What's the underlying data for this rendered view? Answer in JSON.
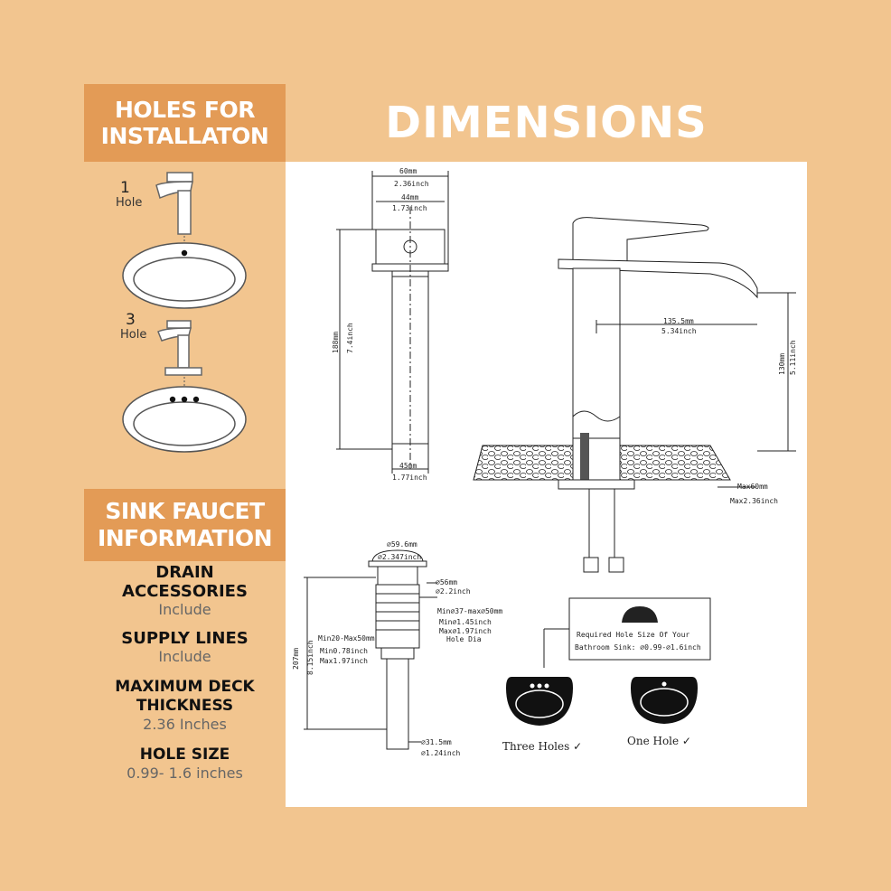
{
  "headers": {
    "holes_line1": "HOLES FOR",
    "holes_line2": "INSTALLATON",
    "dimensions": "DIMENSIONS",
    "info_line1": "SINK FAUCET",
    "info_line2": "INFORMATION"
  },
  "holes": [
    {
      "number": "1",
      "word": "Hole"
    },
    {
      "number": "3",
      "word": "Hole"
    }
  ],
  "info": [
    {
      "title_lines": [
        "DRAIN",
        "ACCESSORIES"
      ],
      "value": "Include"
    },
    {
      "title_lines": [
        "SUPPLY LINES"
      ],
      "value": "Include"
    },
    {
      "title_lines": [
        "MAXIMUM DECK",
        "THICKNESS"
      ],
      "value": "2.36 Inches"
    },
    {
      "title_lines": [
        "HOLE SIZE"
      ],
      "value": "0.99- 1.6 inches"
    }
  ],
  "faucet_dims": {
    "top_width_mm": "60mm",
    "top_width_in": "2.36inch",
    "handle_width_mm": "44mm",
    "handle_width_in": "1.73inch",
    "height_mm": "188mm",
    "height_in": "7.4inch",
    "base_width_mm": "45mm",
    "base_width_in": "1.77inch",
    "spout_reach_mm": "135.5mm",
    "spout_reach_in": "5.34inch",
    "spout_height_mm": "130mm",
    "spout_height_in": "5.11inch",
    "deck_max_mm": "Max60mm",
    "deck_max_in": "Max2.36inch"
  },
  "drain_dims": {
    "cap_dia_mm": "⌀59.6mm",
    "cap_dia_in": "⌀2.347inch",
    "flange_mm": "⌀56mm",
    "flange_in": "⌀2.2inch",
    "hole_range_mm": "Min⌀37-max⌀50mm",
    "hole_min_in": "Min⌀1.45inch",
    "hole_max_in": "Max⌀1.97inch",
    "hole_label": "Hole Dia",
    "thickness_mm": "Min20-Max50mm",
    "thickness_min_in": "Min0.78inch",
    "thickness_max_in": "Max1.97inch",
    "total_height_mm": "207mm",
    "total_height_in": "8.15inch",
    "tail_dia_mm": "⌀31.5mm",
    "tail_dia_in": "⌀1.24inch"
  },
  "hole_size_box": {
    "line1": "Required Hole Size Of Your",
    "line2": "Bathroom Sink: ⌀0.99-⌀1.6inch"
  },
  "sink_options": {
    "three": "Three Holes ✓",
    "one": "One Hole  ✓"
  }
}
